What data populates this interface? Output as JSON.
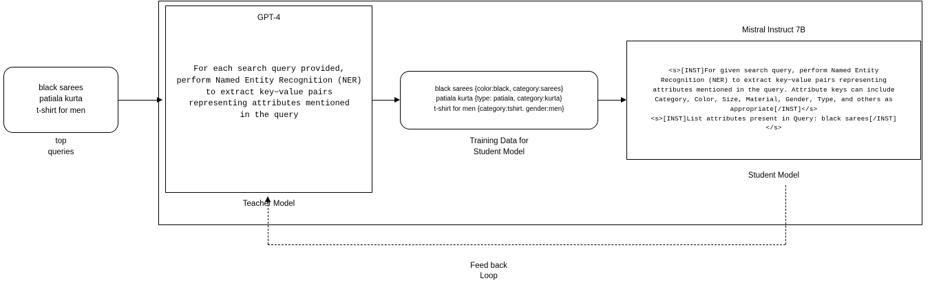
{
  "diagram": {
    "title_not_shown": "",
    "nodes": {
      "queries": {
        "text": "black sarees\npatiala kurta\nt-shirt for men",
        "caption": "top\nqueries"
      },
      "teacher": {
        "title": "GPT-4",
        "prompt": "For each search query provided,\nperform Named Entity Recognition (NER)\nto extract key−value pairs\nrepresenting attributes mentioned\nin the query",
        "caption": "Teacher Model"
      },
      "training_data": {
        "text": "black sarees {color:black, category:sarees}\npatiala kurta {type: patiala, category:kurta}\nt-shirt for men {category:tshirt. gender:men}",
        "caption": "Training Data for\nStudent Model"
      },
      "student": {
        "title": "Mistral Instruct 7B",
        "prompt": "<s>[INST]For given search query, perform Named Entity\nRecognition (NER) to extract key−value pairs representing\nattributes mentioned in the query. Attribute keys can include\nCategory, Color, Size, Material, Gender, Type, and others as\nappropriate[/INST]</s>\n<s>[INST]List attributes present in Query: black sarees[/INST]\n</s>",
        "caption": "Student Model"
      }
    },
    "feedback": {
      "caption": "Feed back\nLoop"
    },
    "colors": {
      "stroke": "#000000",
      "background": "#ffffff",
      "text": "#000000"
    }
  }
}
